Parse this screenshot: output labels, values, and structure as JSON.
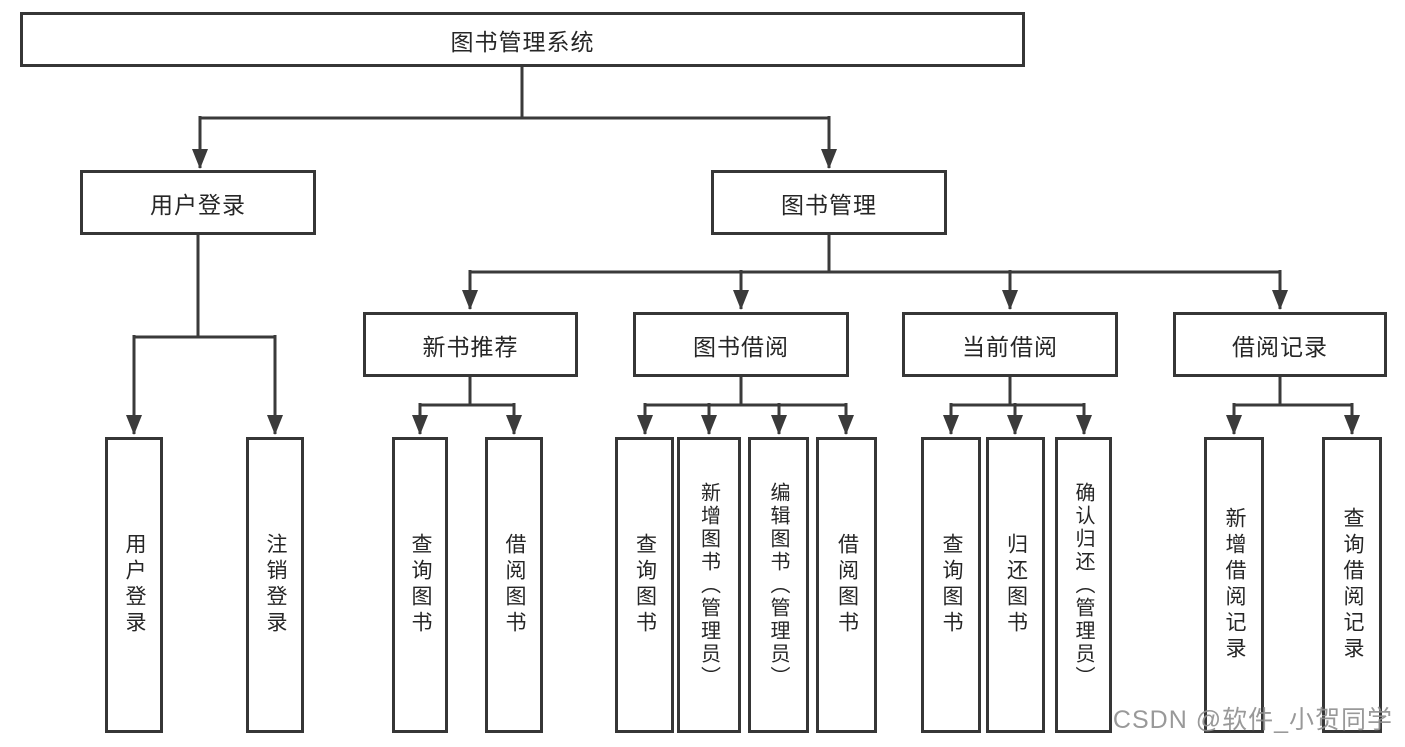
{
  "tree": {
    "root": {
      "label": "图书管理系统",
      "children": [
        {
          "label": "用户登录",
          "children": [
            {
              "label": "用户登录"
            },
            {
              "label": "注销登录"
            }
          ]
        },
        {
          "label": "图书管理",
          "children": [
            {
              "label": "新书推荐",
              "children": [
                {
                  "label": "查询图书"
                },
                {
                  "label": "借阅图书"
                }
              ]
            },
            {
              "label": "图书借阅",
              "children": [
                {
                  "label": "查询图书"
                },
                {
                  "label": "新增图书（管理员）"
                },
                {
                  "label": "编辑图书（管理员）"
                },
                {
                  "label": "借阅图书"
                }
              ]
            },
            {
              "label": "当前借阅",
              "children": [
                {
                  "label": "查询图书"
                },
                {
                  "label": "归还图书"
                },
                {
                  "label": "确认归还（管理员）"
                }
              ]
            },
            {
              "label": "借阅记录",
              "children": [
                {
                  "label": "新增借阅记录"
                },
                {
                  "label": "查询借阅记录"
                }
              ]
            }
          ]
        }
      ]
    }
  },
  "watermark": {
    "text": "CSDN @软件_小贺同学"
  },
  "colors": {
    "line": "#3a3a3a",
    "box_border": "#363636",
    "text": "#262626",
    "watermark_text": "#8f8f8f",
    "background": "#ffffff"
  }
}
